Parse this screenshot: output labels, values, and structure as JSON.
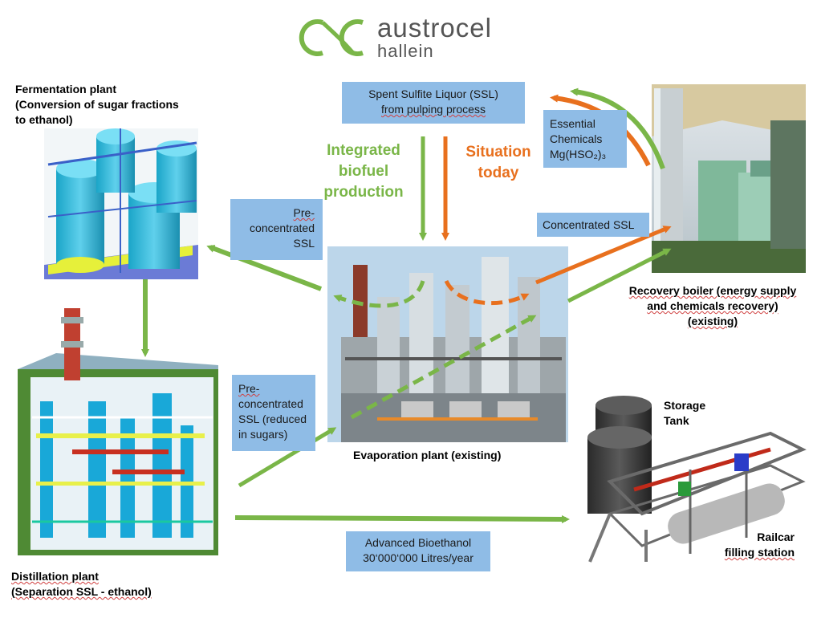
{
  "logo": {
    "name": "austrocel",
    "sub": "hallein",
    "green": "#7ab648",
    "gray": "#555555"
  },
  "boxes": {
    "ssl_source": [
      "Spent Sulfite Liquor (SSL)",
      "from pulping process"
    ],
    "essential_chemicals": [
      "Essential",
      "Chemicals",
      "Mg(HSO₂)₃"
    ],
    "pre_ssl_top": [
      "Pre-",
      "concentrated",
      "SSL"
    ],
    "concentrated_ssl": "Concentrated SSL",
    "pre_ssl_bottom": [
      "Pre-",
      "concentrated",
      "SSL (reduced",
      "in sugars)"
    ],
    "bioethanol": [
      "Advanced Bioethanol",
      "30‘000‘000 Litres/year"
    ]
  },
  "flows": {
    "integrated": [
      "Integrated",
      "biofuel",
      "production"
    ],
    "today": [
      "Situation",
      "today"
    ]
  },
  "labels": {
    "fermentation": [
      "Fermentation plant",
      "(Conversion of sugar fractions",
      "to ethanol)"
    ],
    "recovery": [
      "Recovery boiler (energy supply",
      "and chemicals recovery)",
      "(existing)"
    ],
    "evaporation": "Evaporation plant (existing)",
    "storage": [
      "Storage",
      "Tank"
    ],
    "railcar": [
      "Railcar",
      "filling station"
    ],
    "distillation": [
      "Distillation plant",
      "(Separation SSL - ethanol)"
    ]
  },
  "colors": {
    "green": "#7ab648",
    "orange": "#e8701e",
    "box": "#8fbce6"
  }
}
